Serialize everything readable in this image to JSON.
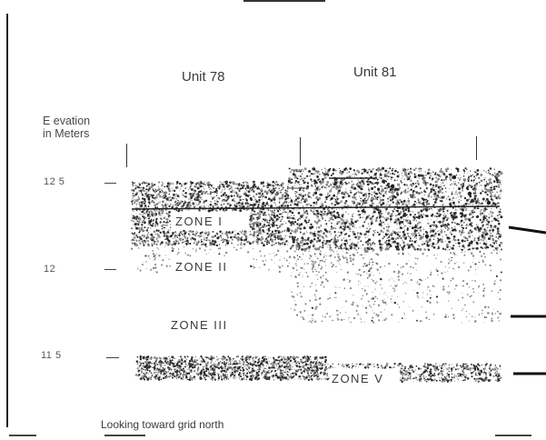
{
  "units": {
    "unit_a": "Unit 78",
    "unit_b": "Unit 81"
  },
  "axis_label": {
    "line1": "E evation",
    "line2": "in Meters"
  },
  "elevations": {
    "e1": "12 5",
    "e2": "12",
    "e3": "11 5"
  },
  "zones": {
    "z1": "ZONE I",
    "z2": "ZONE II",
    "z3": "ZONE III",
    "z5": "ZONE V"
  },
  "caption": "Looking toward grid north",
  "colors": {
    "ink": "#333333",
    "stipple_dark": "#2b2b2b",
    "stipple_light": "#8a8a8a"
  }
}
